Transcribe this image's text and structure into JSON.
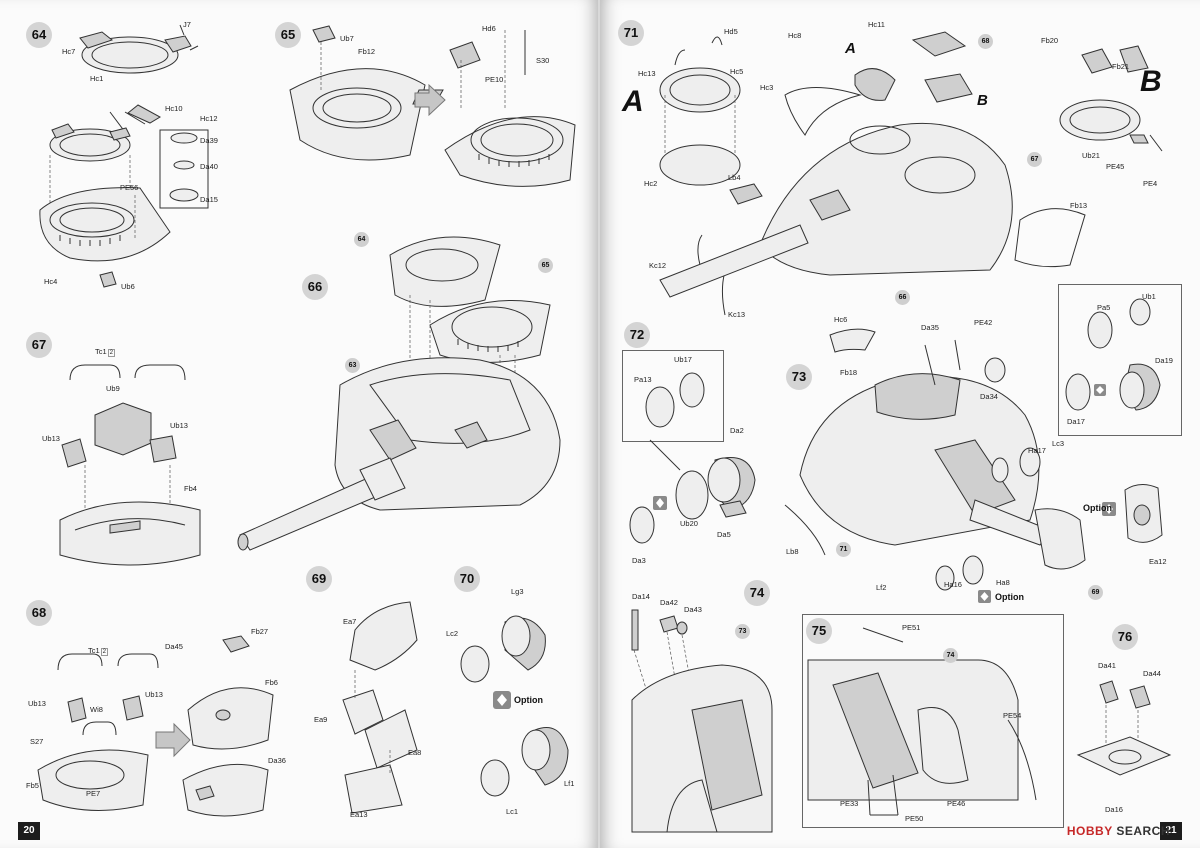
{
  "steps": {
    "s64": "64",
    "s65": "65",
    "s66": "66",
    "s67": "67",
    "s68": "68",
    "s69": "69",
    "s70": "70",
    "s71": "71",
    "s72": "72",
    "s73": "73",
    "s74": "74",
    "s75": "75",
    "s76": "76"
  },
  "page_numbers": {
    "left": "20",
    "right": "21"
  },
  "parts": {
    "p64": [
      "Hc7",
      "J7",
      "Hc1",
      "Hc10",
      "Hc12",
      "Da39",
      "Da40",
      "PE56",
      "Da15",
      "Hc4",
      "Ub6"
    ],
    "p65": [
      "Ub7",
      "Fb12",
      "Hd6",
      "PE10",
      "S30"
    ],
    "p66": [
      "64",
      "65",
      "63"
    ],
    "p67": [
      "Tc1",
      "Ub9",
      "Ub13",
      "Ub13",
      "Fb4"
    ],
    "p68": [
      "Tc1",
      "Da45",
      "Fb27",
      "Ub13",
      "Wi8",
      "Ub13",
      "Fb6",
      "S27",
      "Da36",
      "Fb5",
      "PE7"
    ],
    "p69": [
      "Ea7",
      "Ea9",
      "Ea8",
      "Ea13"
    ],
    "p70": [
      "Lg3",
      "Lc2",
      "Lf1",
      "Lc1"
    ],
    "p71": [
      "Hd5",
      "Hc8",
      "Hc11",
      "Hc13",
      "Hc5",
      "Hc3",
      "Hc2",
      "Lb4",
      "Kc12",
      "Kc13",
      "68",
      "66",
      "Fb20",
      "Fb21",
      "67",
      "Ub21",
      "PE45",
      "PE4",
      "Fb13"
    ],
    "p72": [
      "Ub17",
      "Pa13",
      "Da2",
      "Ub20",
      "Da5",
      "Da3"
    ],
    "p73": [
      "Hc6",
      "Da35",
      "PE42",
      "Fb18",
      "Da34",
      "Pa5",
      "Ub1",
      "Da19",
      "Da17",
      "Ha17",
      "Lc3",
      "Lb8",
      "71",
      "Lf2",
      "Ha16",
      "Ha8",
      "Ea12",
      "69"
    ],
    "p74": [
      "Da14",
      "Da42",
      "Da43",
      "73"
    ],
    "p75": [
      "PE51",
      "74",
      "PE54",
      "PE33",
      "PE46",
      "PE50"
    ],
    "p76": [
      "Da41",
      "Da44",
      "Da16"
    ]
  },
  "text": {
    "variant_a": "A",
    "variant_b": "B",
    "option": "Option",
    "tc1_sub": "2"
  },
  "watermark": {
    "part1": "HOBBY",
    "part2": " SEARCH"
  },
  "colors": {
    "badge": "#d4d4d4",
    "paper": "#fbfbfb",
    "watermark": "#c62828"
  }
}
